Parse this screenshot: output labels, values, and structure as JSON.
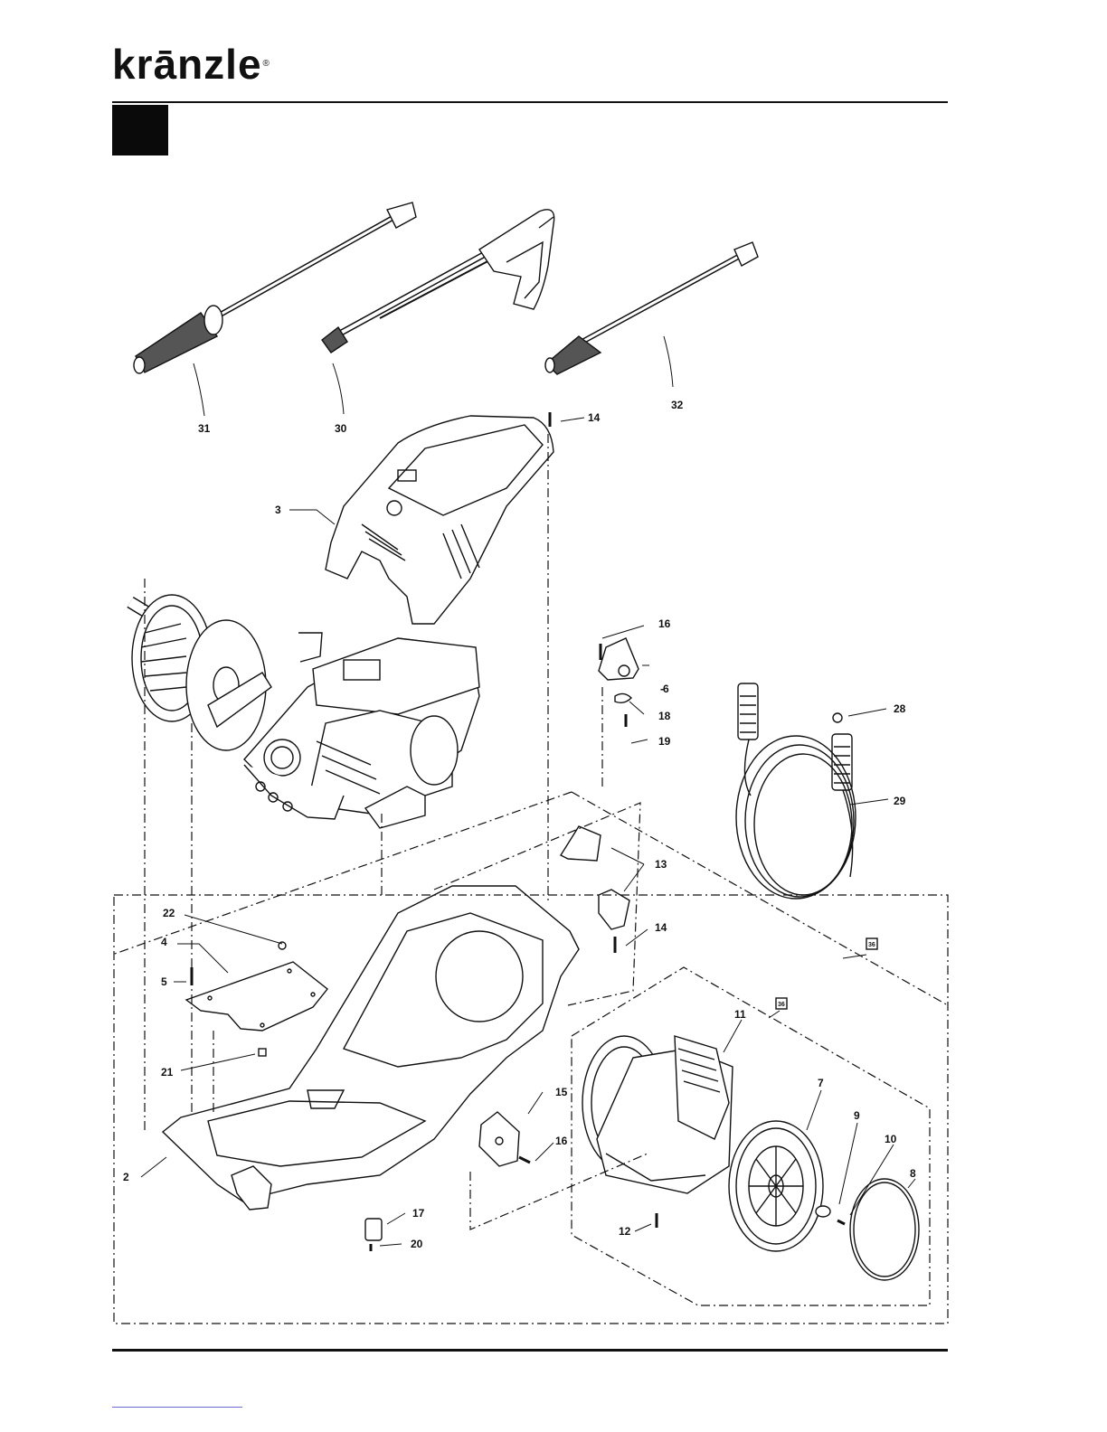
{
  "brand": {
    "name": "krānzle",
    "registered": "®"
  },
  "labels": [
    {
      "id": "2",
      "text": "2"
    },
    {
      "id": "3",
      "text": "3"
    },
    {
      "id": "4",
      "text": "4"
    },
    {
      "id": "5",
      "text": "5"
    },
    {
      "id": "6",
      "text": "6"
    },
    {
      "id": "7",
      "text": "7"
    },
    {
      "id": "8",
      "text": "8"
    },
    {
      "id": "9",
      "text": "9"
    },
    {
      "id": "10",
      "text": "10"
    },
    {
      "id": "11",
      "text": "11"
    },
    {
      "id": "12",
      "text": "12"
    },
    {
      "id": "13",
      "text": "13"
    },
    {
      "id": "14a",
      "text": "14"
    },
    {
      "id": "14b",
      "text": "14"
    },
    {
      "id": "15",
      "text": "15"
    },
    {
      "id": "16a",
      "text": "16"
    },
    {
      "id": "16b",
      "text": "16"
    },
    {
      "id": "17",
      "text": "17"
    },
    {
      "id": "18",
      "text": "18"
    },
    {
      "id": "19",
      "text": "19"
    },
    {
      "id": "20",
      "text": "20"
    },
    {
      "id": "21",
      "text": "21"
    },
    {
      "id": "22",
      "text": "22"
    },
    {
      "id": "28",
      "text": "28"
    },
    {
      "id": "29",
      "text": "29"
    },
    {
      "id": "30",
      "text": "30"
    },
    {
      "id": "31",
      "text": "31"
    },
    {
      "id": "32",
      "text": "32"
    }
  ],
  "boxed_labels": [
    {
      "id": "box-a",
      "text": "36"
    },
    {
      "id": "box-b",
      "text": "36"
    }
  ]
}
